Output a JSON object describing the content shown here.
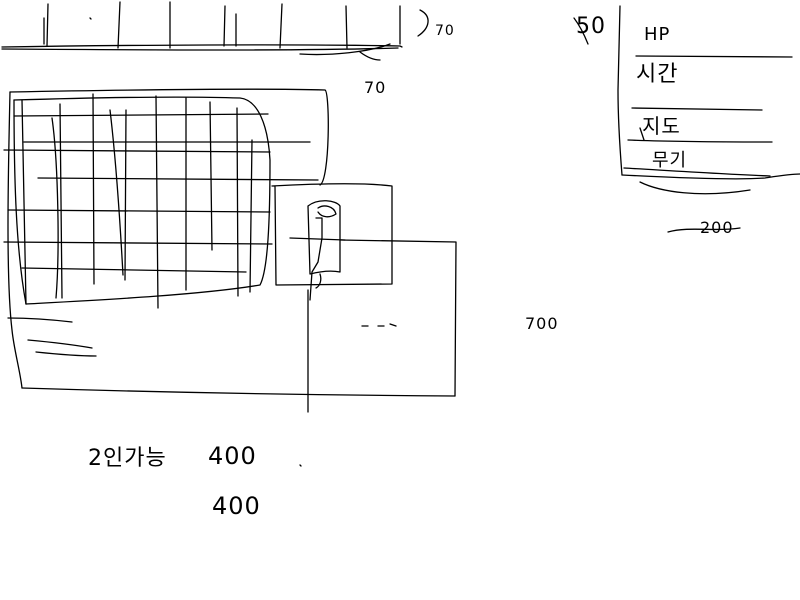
{
  "top_bar": {
    "size_label_right": "70",
    "size_label_below": "70"
  },
  "hud": {
    "size_label_left": "50",
    "items": [
      {
        "label": "HP"
      },
      {
        "label": "시간"
      },
      {
        "label": "지도"
      },
      {
        "label": "무기"
      }
    ],
    "size_label_below": "200"
  },
  "map": {
    "player_label": "",
    "size_label_right": "700",
    "resolution_title": "2인가능",
    "width_value": "400",
    "height_value": "400"
  },
  "colors": {
    "ink": "#000000",
    "paper": "#ffffff"
  }
}
